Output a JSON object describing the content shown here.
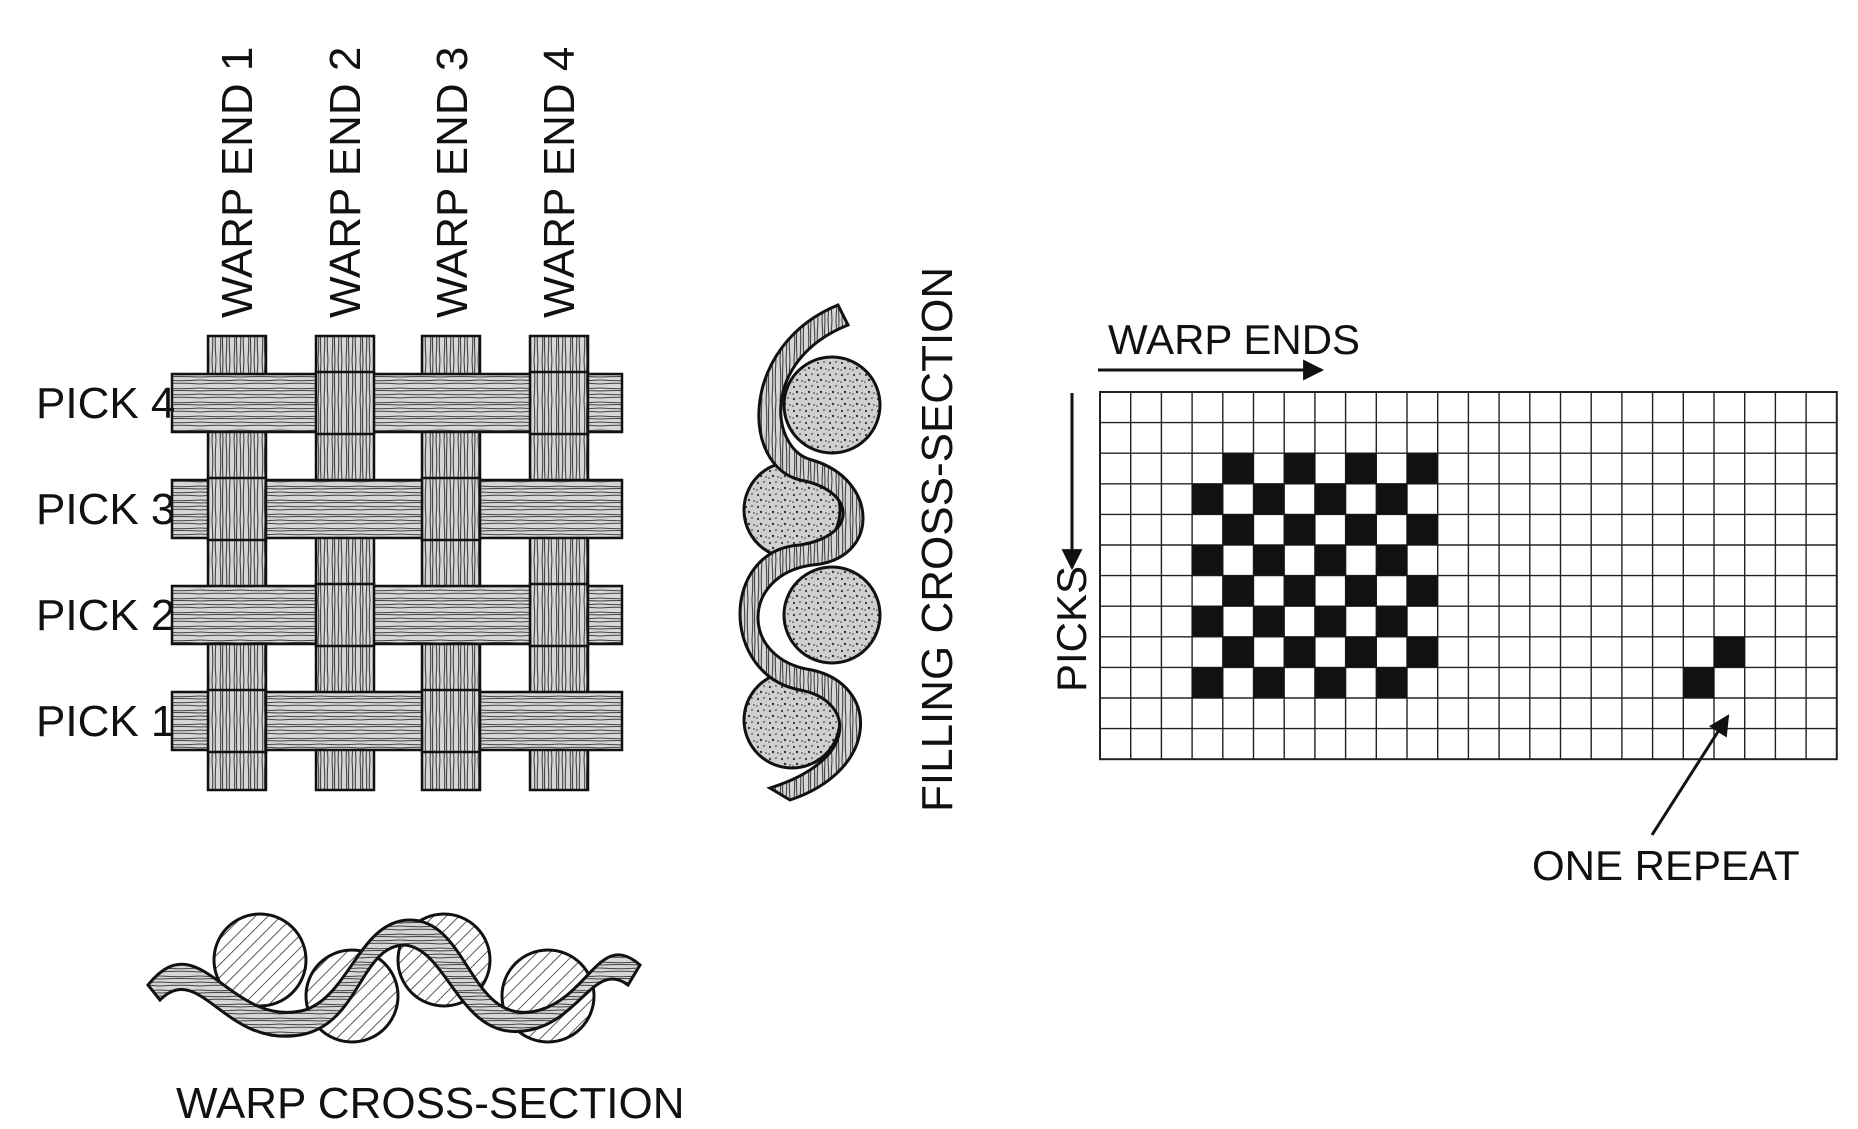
{
  "weave": {
    "warp_labels": [
      "WARP END 1",
      "WARP END 2",
      "WARP END 3",
      "WARP END 4"
    ],
    "pick_labels": [
      "PICK 4",
      "PICK 3",
      "PICK 2",
      "PICK 1"
    ]
  },
  "filling_section": {
    "label": "FILLING CROSS-SECTION"
  },
  "warp_section": {
    "label": "WARP CROSS-SECTION"
  },
  "point_paper": {
    "warp_ends_label": "WARP ENDS",
    "picks_label": "PICKS",
    "one_repeat_label": "ONE REPEAT"
  },
  "colors": {
    "ink": "#111111",
    "yarn_fill": "#c9c9c9",
    "grid_line": "#222222"
  }
}
